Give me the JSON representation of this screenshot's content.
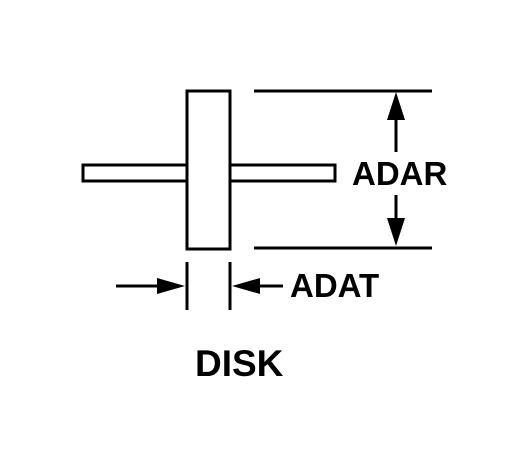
{
  "diagram": {
    "title": "DISK",
    "dimensions": {
      "radial": "ADAR",
      "thickness": "ADAT"
    },
    "colors": {
      "line": "#000000",
      "background": "#ffffff"
    }
  }
}
